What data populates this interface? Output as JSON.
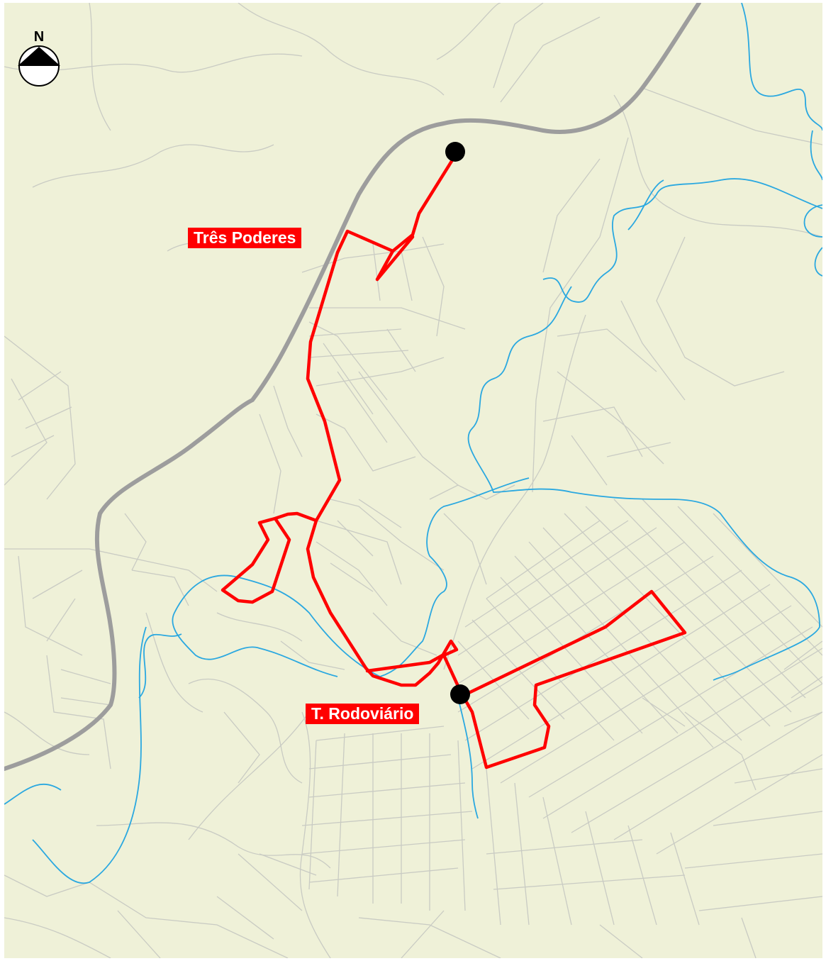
{
  "map": {
    "north_label": "N",
    "labels": {
      "tres_poderes": "Três Poderes",
      "terminal": "T. Rodoviário"
    },
    "colors": {
      "background": "#eff1d8",
      "street": "#c9cbc3",
      "highway": "#9d9d9d",
      "river": "#2aa8e0",
      "route": "#ff0000",
      "stop": "#000000",
      "label_bg": "#ff0000",
      "label_text": "#ffffff"
    }
  }
}
